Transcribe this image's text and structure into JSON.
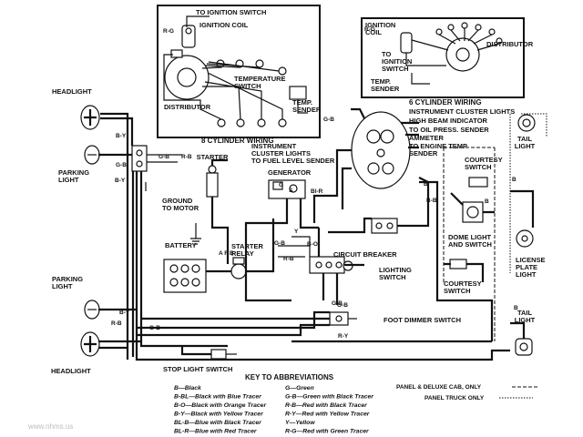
{
  "labels": {
    "headlight_top": "HEADLIGHT",
    "headlight_bottom": "HEADLIGHT",
    "parking_light_top": "PARKING\nLIGHT",
    "parking_light_bottom": "PARKING\nLIGHT",
    "starter": "STARTER",
    "ground_to_motor": "GROUND\nTO MOTOR",
    "battery": "BATTERY",
    "starter_relay": "STARTER\nRELAY",
    "generator": "GENERATOR",
    "instrument_cluster_lights_center": "INSTRUMENT\nCLUSTER LIGHTS\nTO FUEL LEVEL SENDER",
    "circuit_breaker": "CIRCUIT BREAKER",
    "lighting_switch": "LIGHTING\nSWITCH",
    "foot_dimmer_switch": "FOOT DIMMER SWITCH",
    "stop_light_switch": "STOP LIGHT SWITCH",
    "tail_light_top": "TAIL\nLIGHT",
    "tail_light_bottom": "TAIL\nLIGHT",
    "courtesy_switch_top": "COURTESY\nSWITCH",
    "courtesy_switch_bottom": "COURTESY\nSWITCH",
    "dome_light": "DOME LIGHT\nAND SWITCH",
    "license_plate_light": "LICENSE\nPLATE\nLIGHT",
    "v8_to_ignition_switch": "TO IGNITION SWITCH",
    "v8_ignition_coil": "IGNITION COIL",
    "v8_distributor": "DISTRIBUTOR",
    "v8_temperature_switch": "TEMPERATURE\nSWITCH",
    "v8_temp_sender": "TEMP.\nSENDER",
    "v8_title": "8 CYLINDER WIRING",
    "v6_ignition_coil": "IGNITION\nCOIL",
    "v6_to_ignition_switch": "TO\nIGNITION\nSWITCH",
    "v6_distributor": "DISTRIBUTOR",
    "v6_temp_sender": "TEMP.\nSENDER",
    "v6_title": "6 CYLINDER WIRING",
    "v6_instrument_cluster_lights": "INSTRUMENT CLUSTER LIGHTS",
    "high_beam_indicator": "HIGH BEAM INDICATOR",
    "to_oil_press_sender": "TO OIL PRESS. SENDER",
    "ammeter": "AMMETER",
    "to_engine_temp_sender": "TO ENGINE TEMP\nSENDER"
  },
  "wire_tags": [
    "R-G",
    "B-Y",
    "G-B",
    "R-B",
    "G-B",
    "B-Y",
    "B-Y",
    "R-B",
    "G-B",
    "Bl-R",
    "Y",
    "B-O",
    "G-B",
    "R-B",
    "G-B",
    "R-Y",
    "B-Bl",
    "G-B",
    "B",
    "B",
    "B",
    "B",
    "R-G",
    "G-B",
    "A F B",
    "G",
    "S"
  ],
  "key": {
    "title": "KEY TO ABBREVIATIONS",
    "left": [
      "B—Black",
      "B-BL—Black with Blue Tracer",
      "B-O—Black with Orange Tracer",
      "B-Y—Black with Yellow Tracer",
      "BL-B—Blue with Black Tracer",
      "BL-R—Blue with Red Tracer"
    ],
    "right": [
      "G—Green",
      "G-B—Green with Black Tracer",
      "R-B—Red with Black Tracer",
      "R-Y—Red with Yellow Tracer",
      "Y—Yellow",
      "R-G—Red with Green Tracer"
    ]
  },
  "legend": {
    "panel_deluxe": "PANEL & DELUXE CAB, ONLY",
    "panel_truck": "PANEL TRUCK ONLY"
  },
  "watermark": "www.nhms.us"
}
